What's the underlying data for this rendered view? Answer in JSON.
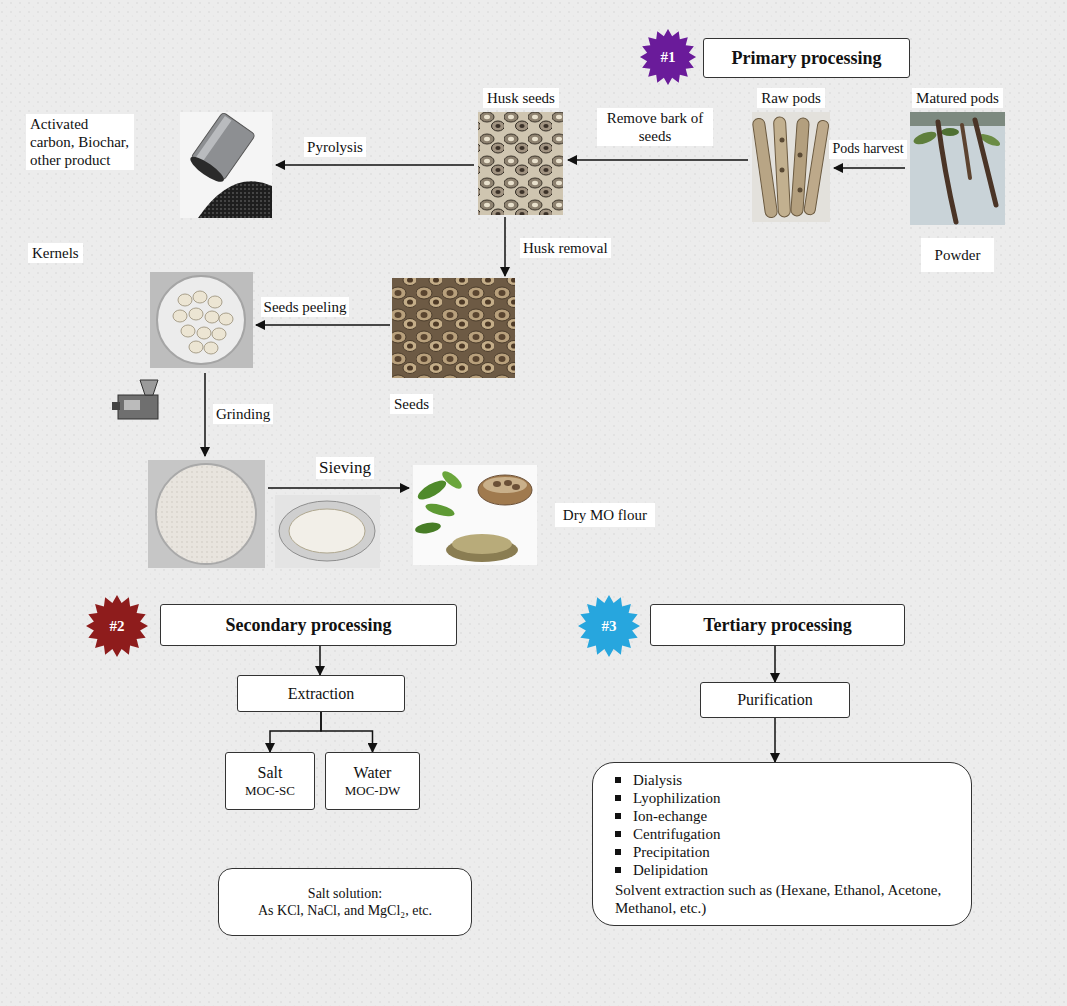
{
  "diagram": {
    "nodes": [
      {
        "text": [
          "#1"
        ]
      },
      {
        "text": [
          "Primary processing"
        ]
      },
      {
        "text": [
          "Matured pods",
          "Powder"
        ]
      },
      {
        "text": [
          "Raw pods"
        ]
      },
      {
        "text": [
          "Husk seeds"
        ]
      },
      {
        "text": [
          "Activated carbon, Biochar, other product"
        ]
      },
      {
        "text": [
          "Seeds"
        ]
      },
      {
        "text": [
          "Kernels"
        ]
      },
      {
        "text": [
          "Dry MO flour"
        ]
      },
      {
        "text": [
          "#2"
        ]
      },
      {
        "text": [
          "Secondary processing"
        ]
      },
      {
        "text": [
          "Extraction"
        ]
      },
      {
        "text": [
          "Salt",
          "MOC-SC"
        ]
      },
      {
        "text": [
          "Water",
          "MOC-DW"
        ]
      },
      {
        "text": [
          "Salt solution:",
          "As KCl, NaCl, and MgCl₂, etc."
        ]
      },
      {
        "text": [
          "#3"
        ]
      },
      {
        "text": [
          "Tertiary processing"
        ]
      },
      {
        "text": [
          "Purification"
        ]
      },
      {
        "text": [
          "Dialysis",
          "Lyophilization",
          "Ion-echange",
          "Centrifugation",
          "Precipitation",
          "Delipidation",
          "Solvent extraction such as (Hexane, Ethanol, Acetone, Methanol, etc.)"
        ]
      }
    ],
    "edges": [
      {
        "from": 2,
        "to": 3,
        "label": "Pods harvest",
        "arrow": "to"
      },
      {
        "from": 3,
        "to": 4,
        "label": "Remove bark of seeds",
        "arrow": "to"
      },
      {
        "from": 4,
        "to": 5,
        "label": "Pyrolysis",
        "arrow": "to"
      },
      {
        "from": 4,
        "to": 6,
        "label": "Husk removal",
        "arrow": "to"
      },
      {
        "from": 6,
        "to": 7,
        "label": "Seeds peeling",
        "arrow": "to"
      },
      {
        "from": 10,
        "to": 11,
        "arrow": "to"
      },
      {
        "from": 11,
        "to": 12,
        "arrow": "to"
      },
      {
        "from": 11,
        "to": 13,
        "arrow": "to"
      },
      {
        "from": 16,
        "to": 17,
        "arrow": "to"
      },
      {
        "from": 17,
        "to": 18,
        "arrow": "to"
      }
    ],
    "labels": [
      "Grinding",
      "Sieving"
    ]
  }
}
